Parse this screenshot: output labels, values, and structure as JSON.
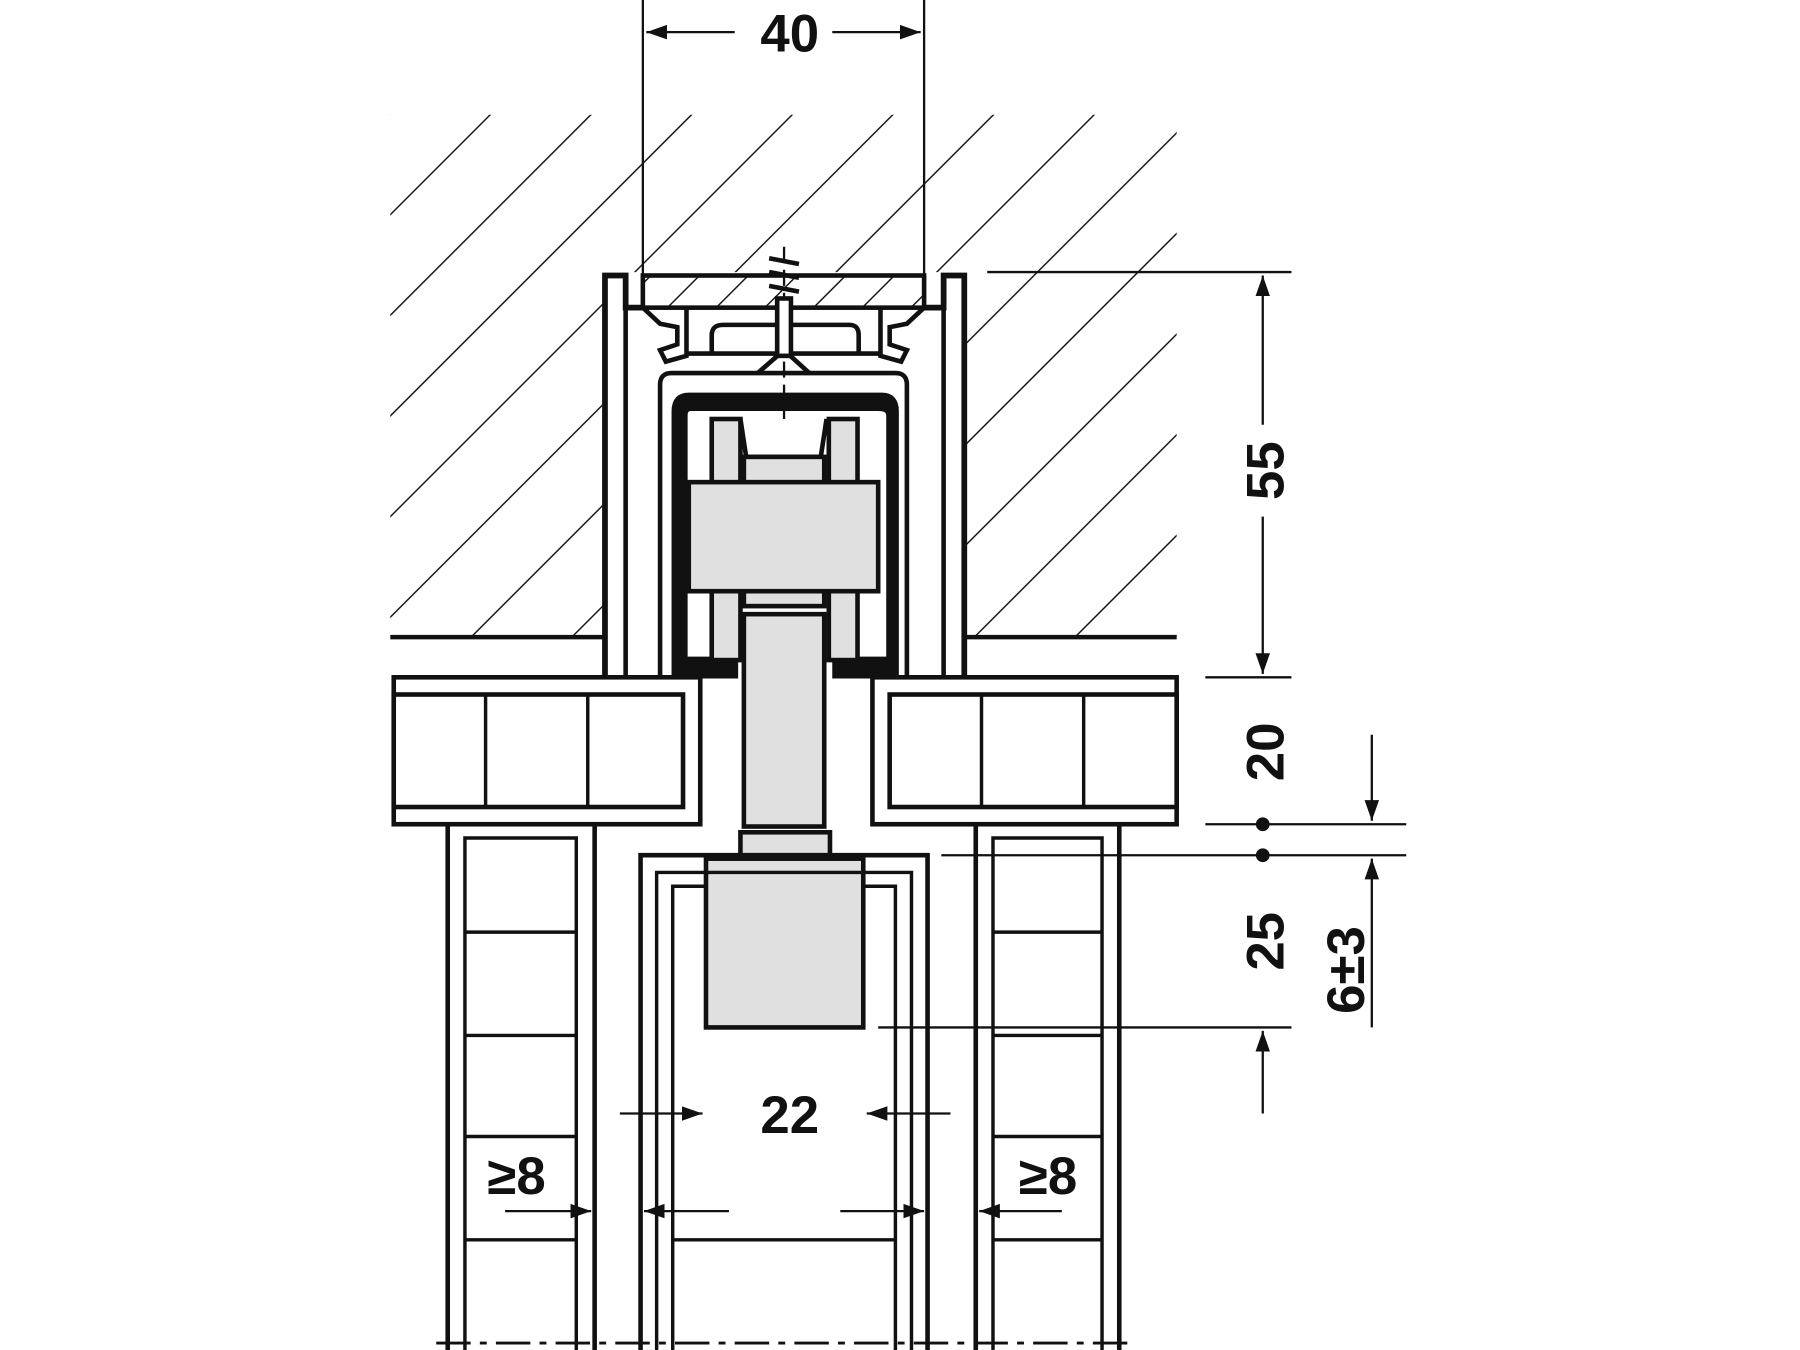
{
  "diagram": {
    "dimensions": {
      "track_width": "40",
      "track_height": "55",
      "panel_thickness": "20",
      "gap_lower": "25",
      "adjustment": "6±3",
      "guide_width": "22",
      "min_clearance_left": "≥8",
      "min_clearance_right": "≥8"
    },
    "colors": {
      "line": "#111111",
      "fill_gray": "#e0e0e0",
      "background": "#ffffff"
    }
  }
}
